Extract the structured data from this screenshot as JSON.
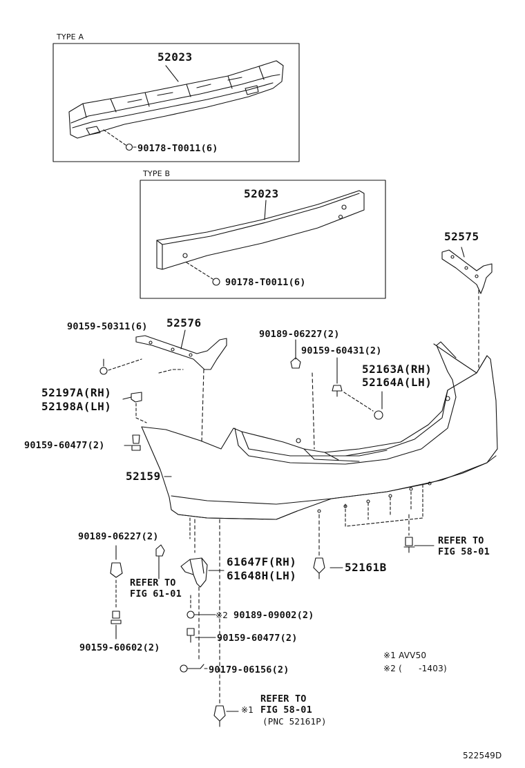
{
  "type_a": {
    "caption": "TYPE A",
    "part": "52023",
    "nut": "90178-T0011(6)"
  },
  "type_b": {
    "caption": "TYPE B",
    "part": "52023",
    "nut": "90178-T0011(6)"
  },
  "parts": {
    "p52575": "52575",
    "p52576": "52576",
    "p90159_50311": "90159-50311(6)",
    "p90189_06227_top": "90189-06227(2)",
    "p90159_60431": "90159-60431(2)",
    "p52163a": "52163A(RH)",
    "p52164a": "52164A(LH)",
    "p52197a": "52197A(RH)",
    "p52198a": "52198A(LH)",
    "p90159_60477_left": "90159-60477(2)",
    "p52159": "52159",
    "p90189_06227_bottom": "90189-06227(2)",
    "p61647f": "61647F(RH)",
    "p61648h": "61648H(LH)",
    "p52161b": "52161B",
    "p90189_09002": "90189-09002(2)",
    "p90159_60477_bottom": "90159-60477(2)",
    "p90159_60602": "90159-60602(2)",
    "p90179_06156": "90179-06156(2)"
  },
  "refs": {
    "fig5801_right_1": "REFER TO",
    "fig5801_right_2": "FIG 58-01",
    "fig6101_1": "REFER TO",
    "fig6101_2": "FIG 61-01",
    "fig5801_bottom_1": "REFER TO",
    "fig5801_bottom_2": "FIG 58-01",
    "fig5801_bottom_3": "(PNC 52161P)"
  },
  "marks": {
    "m2": "※2",
    "m1": "※1"
  },
  "notes": {
    "n1": "※1 AVV50",
    "n2": "※2 (      -1403)"
  },
  "diagram_id": "522549D"
}
